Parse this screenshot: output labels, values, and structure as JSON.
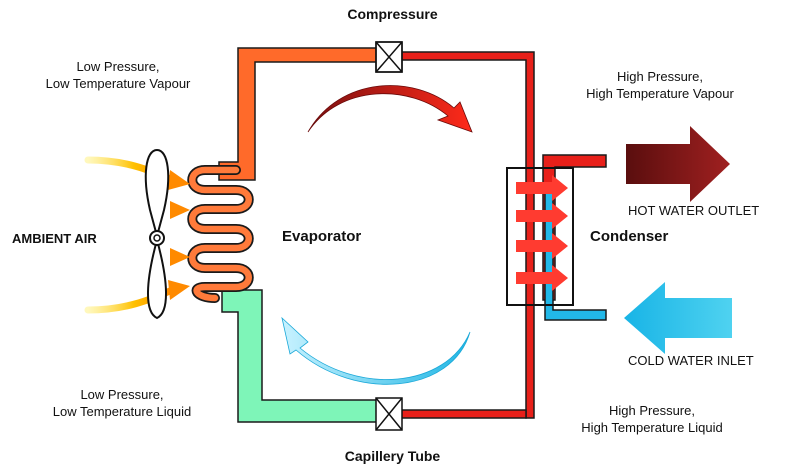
{
  "labels": {
    "compressor": "Compressure",
    "capillary": "Capillery Tube",
    "evaporator": "Evaporator",
    "condenser": "Condenser",
    "ambient_air": "AMBIENT AIR",
    "hot_water_outlet": "HOT WATER OUTLET",
    "cold_water_inlet": "COLD WATER INLET",
    "low_p_vapour": [
      "Low Pressure,",
      "Low Temperature Vapour"
    ],
    "high_p_vapour": [
      "High Pressure,",
      "High Temperature Vapour"
    ],
    "low_p_liquid": [
      "Low Pressure,",
      "Low Temperature Liquid"
    ],
    "high_p_liquid": [
      "High Pressure,",
      "High Temperature Liquid"
    ]
  },
  "colors": {
    "low_vapour_pipe": "#ff6a2a",
    "high_vapour_pipe": "#e8201a",
    "low_liquid_pipe": "#7ef5b8",
    "cold_water_pipe": "#22b8e8",
    "hot_arrow": "#8b1a1a",
    "cold_arrow": "#28c3ea",
    "air_arrow": "#ffb000",
    "heat_arrow": "#ff3b30"
  },
  "icons": {
    "fan": "fan-icon",
    "valve": "valve-icon"
  }
}
